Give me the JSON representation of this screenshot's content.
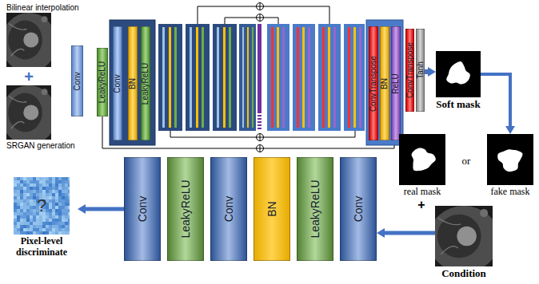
{
  "diagram": {
    "nodes": [
      {
        "text": [
          "Bilinear interpolation"
        ]
      },
      {
        "text": [
          "SRGAN generation"
        ]
      },
      {
        "text": [
          "Conv"
        ]
      },
      {
        "text": [
          "LeakyReLU"
        ]
      },
      {
        "text": [
          "Conv"
        ]
      },
      {
        "text": [
          "BN"
        ]
      },
      {
        "text": [
          "LeakyReLU"
        ]
      },
      {
        "text": [
          "ConvTranspose"
        ]
      },
      {
        "text": [
          "BN"
        ]
      },
      {
        "text": [
          "ReLU"
        ]
      },
      {
        "text": [
          "ConvTranspose"
        ]
      },
      {
        "text": [
          "Tanh"
        ]
      },
      {
        "text": [
          "Soft mask"
        ]
      },
      {
        "text": [
          "real mask"
        ]
      },
      {
        "text": [
          "fake mask"
        ]
      },
      {
        "text": [
          "Condition"
        ]
      },
      {
        "text": [
          "Conv"
        ]
      },
      {
        "text": [
          "LeakyReLU"
        ]
      },
      {
        "text": [
          "Conv"
        ]
      },
      {
        "text": [
          "BN"
        ]
      },
      {
        "text": [
          "LeakyReLU"
        ]
      },
      {
        "text": [
          "Conv"
        ]
      },
      {
        "text": [
          "?",
          "Pixel-level discriminate"
        ]
      }
    ],
    "edges": [
      {
        "from": 11,
        "to": 12,
        "arrow": "to"
      },
      {
        "from": 12,
        "to": 14,
        "arrow": "to"
      },
      {
        "from": 15,
        "to": 21,
        "arrow": "to"
      },
      {
        "from": 16,
        "to": 22,
        "arrow": "to"
      }
    ],
    "labels": [
      "+",
      "or",
      "+"
    ]
  }
}
